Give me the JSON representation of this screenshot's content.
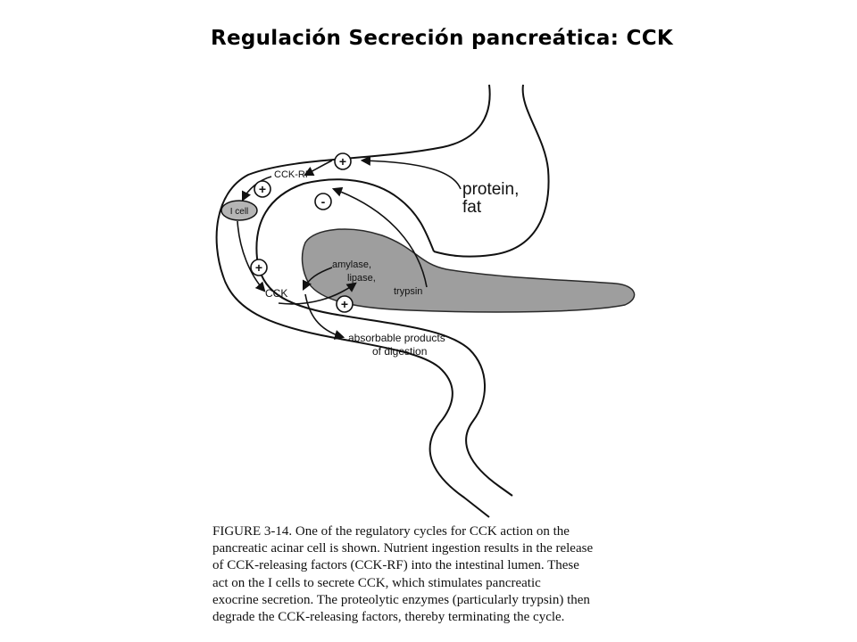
{
  "title": "Regulación Secreción pancreática: CCK",
  "diagram": {
    "labels": {
      "cck_rf": "CCK-RF",
      "i_cell": "I cell",
      "cck": "CCK",
      "protein": "protein,",
      "fat": "fat",
      "amylase": "amylase,",
      "lipase": "lipase,",
      "trypsin": "trypsin",
      "absorbable_1": "absorbable products",
      "absorbable_2": "of digestion"
    },
    "signs": {
      "plus": "+",
      "minus": "-"
    },
    "colors": {
      "pancreas_fill": "#9e9e9e",
      "i_cell_fill": "#b5b5b5",
      "line": "#111111"
    }
  },
  "caption": {
    "lines": [
      "FIGURE 3-14.  One of the regulatory cycles for CCK action on the",
      "pancreatic acinar cell is shown. Nutrient ingestion results in the release",
      "of CCK-releasing factors (CCK-RF) into the intestinal lumen.  These",
      "act on the I cells to secrete CCK, which stimulates pancreatic",
      "exocrine secretion.  The proteolytic enzymes (particularly trypsin) then",
      "degrade the CCK-releasing factors, thereby terminating the cycle."
    ]
  }
}
